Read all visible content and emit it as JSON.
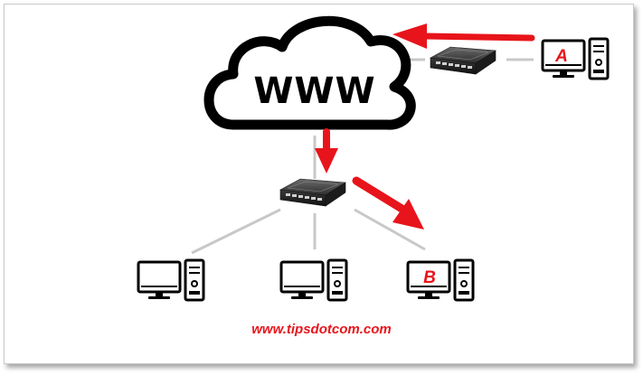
{
  "diagram": {
    "cloud_label": "WWW",
    "pc_a_label": "A",
    "pc_b_label": "B",
    "footer_url": "www.tipsdotcom.com"
  },
  "colors": {
    "arrow": "#e8141b",
    "label_red": "#e8141b",
    "line": "#c8c8c8",
    "ink": "#000000"
  },
  "icons": [
    "cloud-icon",
    "network-switch-icon",
    "desktop-computer-icon",
    "arrow-icon"
  ]
}
